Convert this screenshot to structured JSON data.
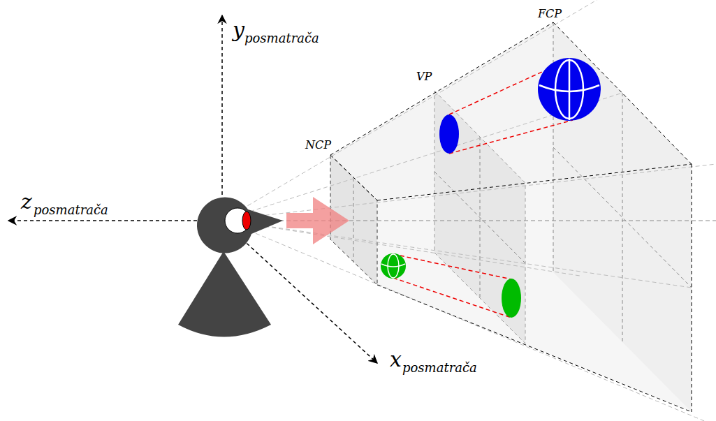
{
  "diagram": {
    "labels": [
      "y",
      "posmatrača",
      "z",
      "posmatrača",
      "x",
      "posmatrača",
      "NCP",
      "VP",
      "FCP"
    ]
  }
}
